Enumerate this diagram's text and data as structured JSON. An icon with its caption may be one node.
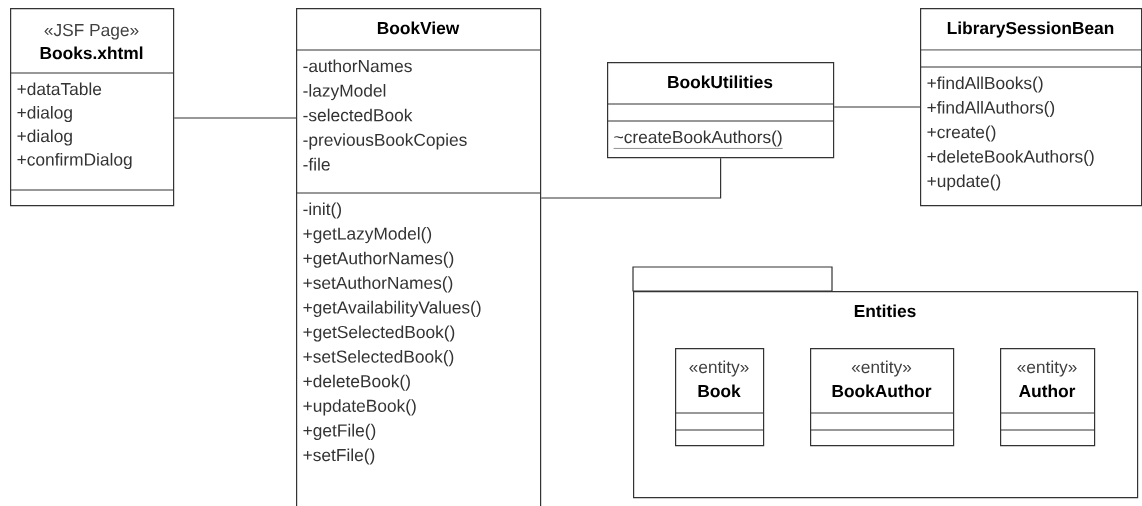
{
  "diagram": {
    "nodes": [
      {
        "text": [
          "«JSF Page»",
          "Books.xhtml",
          "+dataTable",
          "+dialog",
          "+dialog",
          "+confirmDialog"
        ]
      },
      {
        "text": [
          "BookView",
          "-authorNames",
          "-lazyModel",
          "-selectedBook",
          "-previousBookCopies",
          "-file",
          "-init()",
          "+getLazyModel()",
          "+getAuthorNames()",
          "+setAuthorNames()",
          "+getAvailabilityValues()",
          "+getSelectedBook()",
          "+setSelectedBook()",
          "+deleteBook()",
          "+updateBook()",
          "+getFile()",
          "+setFile()"
        ]
      },
      {
        "text": [
          "BookUtilities",
          "~createBookAuthors()"
        ]
      },
      {
        "text": [
          "LibrarySessionBean",
          "+findAllBooks()",
          "+findAllAuthors()",
          "+create()",
          "+deleteBookAuthors()",
          "+update()"
        ]
      },
      {
        "text": [
          "Entities"
        ]
      },
      {
        "text": [
          "«entity»",
          "Book"
        ],
        "in": 4
      },
      {
        "text": [
          "«entity»",
          "BookAuthor"
        ],
        "in": 4
      },
      {
        "text": [
          "«entity»",
          "Author"
        ],
        "in": 4
      }
    ],
    "edges": [
      {
        "from": 0,
        "to": 1,
        "arrow": "none"
      },
      {
        "from": 1,
        "to": 2,
        "arrow": "none"
      },
      {
        "from": 2,
        "to": 3,
        "arrow": "none"
      }
    ]
  }
}
